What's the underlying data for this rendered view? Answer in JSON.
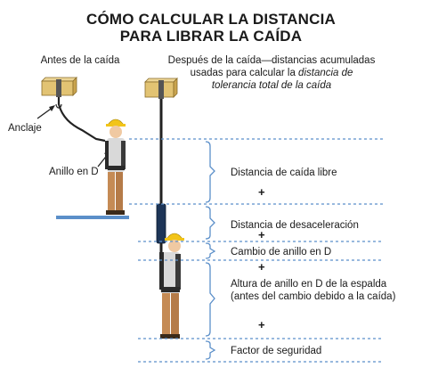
{
  "title_line1": "CÓMO CALCULAR LA DISTANCIA",
  "title_line2": "PARA LIBRAR LA CAÍDA",
  "before_caption": "Antes de la caída",
  "after_caption_line1": "Después de la caída—distancias acumuladas",
  "after_caption_line2_normal": "usadas para calcular la ",
  "after_caption_line2_italic": "distancia de",
  "after_caption_line3_italic": "tolerancia total de la caída",
  "anchor_label": "Anclaje",
  "dring_label": "Anillo en D",
  "segments": {
    "free_fall": "Distancia de caída libre",
    "deceleration": "Distancia de desaceleración",
    "dring_shift": "Cambio de anillo en D",
    "dring_height_line1": "Altura de anillo en D de la espalda",
    "dring_height_line2": "(antes del cambio debido a la caída)",
    "safety_factor": "Factor de seguridad"
  },
  "plus_sign": "+",
  "colors": {
    "accent_blue": "#5b8fc9",
    "beam": "#e2c373",
    "helmet": "#f2c418",
    "pants": "#c58b55",
    "shirt": "#d9d9d9",
    "skin": "#f0c9a2"
  }
}
